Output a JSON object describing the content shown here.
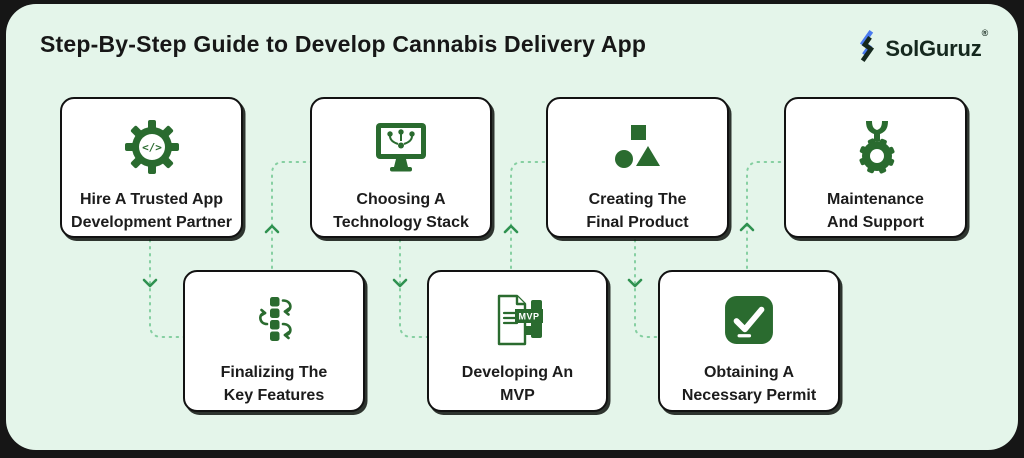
{
  "page": {
    "title": "Step-By-Step Guide to Develop Cannabis Delivery App",
    "background_color": "#e4f5ea",
    "outer_color": "#161616"
  },
  "logo": {
    "text": "SolGuruz",
    "registered_mark": "®",
    "icon": "solguruz-s-icon",
    "icon_blue": "#4a7bf0",
    "icon_dark": "#15281e"
  },
  "colors": {
    "card_background": "#ffffff",
    "card_border": "#121212",
    "icon_green": "#2a6b2f",
    "connector_dash": "#85cfa1",
    "connector_arrow": "#2f9150",
    "text": "#1c1c1c"
  },
  "steps": [
    {
      "order": 1,
      "line1": "Hire A Trusted App",
      "line2": "Development Partner",
      "icon": "gear-code-icon",
      "icon_glyph": "</>"
    },
    {
      "order": 3,
      "line1": "Choosing A",
      "line2": "Technology Stack",
      "icon": "tech-stack-monitor-icon"
    },
    {
      "order": 5,
      "line1": "Creating The",
      "line2": "Final Product",
      "icon": "shapes-icon"
    },
    {
      "order": 7,
      "line1": "Maintenance",
      "line2": "And Support",
      "icon": "gear-wrench-icon"
    },
    {
      "order": 2,
      "line1": "Finalizing The",
      "line2": "Key Features",
      "icon": "feature-list-icon"
    },
    {
      "order": 4,
      "line1": "Developing An",
      "line2": "MVP",
      "icon": "mvp-document-icon",
      "badge": "MVP"
    },
    {
      "order": 6,
      "line1": "Obtaining A",
      "line2": "Necessary Permit",
      "icon": "check-square-icon"
    }
  ],
  "flow_order": [
    "Hire A Trusted App Development Partner",
    "Finalizing The Key Features",
    "Choosing A Technology Stack",
    "Developing An MVP",
    "Creating The Final Product",
    "Obtaining A Necessary Permit",
    "Maintenance And Support"
  ]
}
